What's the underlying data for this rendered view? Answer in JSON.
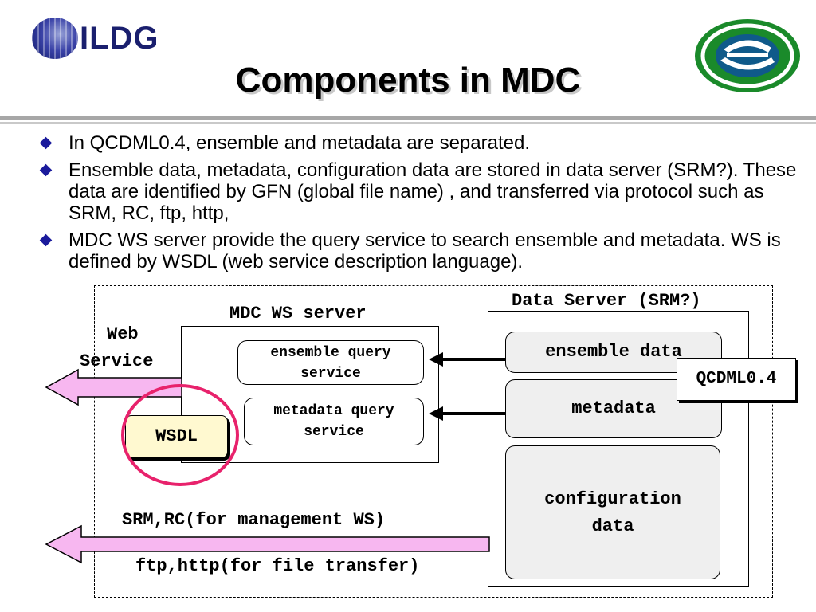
{
  "header": {
    "org_logo_text": "ILDG",
    "title": "Components in MDC"
  },
  "bullets": [
    "In QCDML0.4, ensemble and metadata are separated.",
    "Ensemble data, metadata, configuration data are stored in data server (SRM?). These data are identified by GFN (global file name) , and transferred via protocol such as SRM, RC, ftp, http,",
    "MDC WS server provide the query service to search ensemble and metadata. WS is defined by WSDL (web service description language)."
  ],
  "diagram": {
    "mdc_server_label": "MDC WS server",
    "data_server_label": "Data Server (SRM?)",
    "web_service_label_line1": "Web",
    "web_service_label_line2": "Service",
    "ensemble_query_line1": "ensemble query",
    "ensemble_query_line2": "service",
    "metadata_query_line1": "metadata query",
    "metadata_query_line2": "service",
    "wsdl": "WSDL",
    "ensemble_data": "ensemble data",
    "metadata": "metadata",
    "qcdml": "QCDML0.4",
    "configuration_line1": "configuration",
    "configuration_line2": "data",
    "srm_rc_label": "SRM,RC(for management WS)",
    "ftp_http_label": "ftp,http(for file transfer)"
  },
  "colors": {
    "arrow_fill": "#f7b7f0",
    "wsdl_fill": "#fff9d0",
    "highlight_circle": "#e8226c",
    "gray_box": "#efefef",
    "bullet_marker": "#1a1a9c"
  }
}
